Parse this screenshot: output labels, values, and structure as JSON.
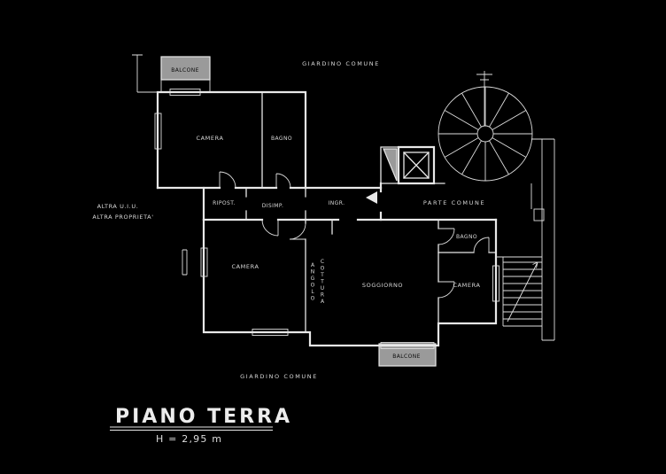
{
  "meta": {
    "drawing_type": "floor-plan",
    "background_color": "#000000",
    "line_color": "#e8e8e8",
    "text_color": "#d8d8d8",
    "fill_hatch_color": "#9a9a9a"
  },
  "title_block": {
    "floor_name": "PIANO  TERRA",
    "height_note": "H  =  2,95 m"
  },
  "outdoor_labels": {
    "garden_top": "GIARDINO  COMUNE",
    "garden_bottom": "GIARDINO  COMUNE",
    "other_property_line1": "ALTRA  U.I.U.",
    "other_property_line2": "ALTRA PROPRIETA'",
    "common_part": "PARTE  COMUNE"
  },
  "rooms": {
    "balcony_top": "BALCONE",
    "bedroom_nw": "CAMERA",
    "bathroom_n": "BAGNO",
    "storage": "RIPOST.",
    "hallway": "DISIMP.",
    "entrance": "INGR.",
    "bedroom_w": "CAMERA",
    "kitchen_word1": "ANGOLO",
    "kitchen_word2": "COTTURA",
    "living_room": "SOGGIORNO",
    "bathroom_e": "BAGNO",
    "bedroom_e": "CAMERA",
    "balcony_bottom": "BALCONE"
  }
}
